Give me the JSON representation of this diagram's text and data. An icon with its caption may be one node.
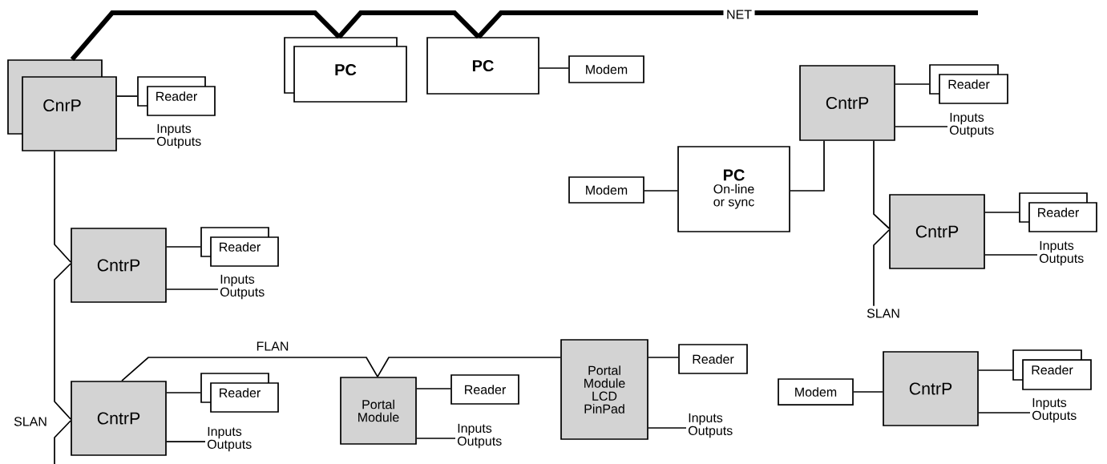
{
  "diagram": {
    "nodes": [
      {
        "text": [
          "CnrP"
        ]
      },
      {
        "text": [
          "PC"
        ]
      },
      {
        "text": [
          "PC"
        ]
      },
      {
        "text": [
          "NET"
        ]
      },
      {
        "text": [
          "Modem"
        ]
      },
      {
        "text": [
          "Reader"
        ]
      },
      {
        "text": [
          "Inputs Outputs"
        ]
      },
      {
        "text": [
          "CntrP"
        ]
      },
      {
        "text": [
          "Reader"
        ]
      },
      {
        "text": [
          "Inputs Outputs"
        ]
      },
      {
        "text": [
          "Modem"
        ]
      },
      {
        "text": [
          "PC",
          "On-line or sync"
        ]
      },
      {
        "text": [
          "CntrP"
        ]
      },
      {
        "text": [
          "Reader"
        ]
      },
      {
        "text": [
          "Inputs Outputs"
        ]
      },
      {
        "text": [
          "CntrP"
        ]
      },
      {
        "text": [
          "Reader"
        ]
      },
      {
        "text": [
          "Inputs Outputs"
        ]
      },
      {
        "text": [
          "SLAN"
        ]
      },
      {
        "text": [
          "CntrP"
        ]
      },
      {
        "text": [
          "Reader"
        ]
      },
      {
        "text": [
          "Inputs Outputs"
        ]
      },
      {
        "text": [
          "Portal Module"
        ]
      },
      {
        "text": [
          "Reader"
        ]
      },
      {
        "text": [
          "Inputs Outputs"
        ]
      },
      {
        "text": [
          "Portal Module LCD PinPad"
        ]
      },
      {
        "text": [
          "Reader"
        ]
      },
      {
        "text": [
          "Inputs Outputs"
        ]
      },
      {
        "text": [
          "Modem"
        ]
      },
      {
        "text": [
          "CntrP"
        ]
      },
      {
        "text": [
          "Reader"
        ]
      },
      {
        "text": [
          "Inputs Outputs"
        ]
      }
    ],
    "edges": [
      {
        "from": 0,
        "to": 1,
        "arrow": "none",
        "style": "thick"
      },
      {
        "from": 1,
        "to": 2,
        "arrow": "none",
        "style": "thick"
      },
      {
        "from": 2,
        "to": 3,
        "arrow": "none",
        "style": "thick"
      },
      {
        "from": 3,
        "to": null,
        "arrow": "none",
        "style": "thick"
      },
      {
        "from": 2,
        "to": 4,
        "arrow": "none"
      },
      {
        "from": 0,
        "to": 5,
        "arrow": "none"
      },
      {
        "from": 0,
        "to": 6,
        "arrow": "none"
      },
      {
        "from": 7,
        "to": 8,
        "arrow": "none"
      },
      {
        "from": 7,
        "to": 9,
        "arrow": "none"
      },
      {
        "from": 10,
        "to": 11,
        "arrow": "none"
      },
      {
        "from": 11,
        "to": 7,
        "arrow": "none"
      },
      {
        "from": 7,
        "to": 15,
        "arrow": "none"
      },
      {
        "from": 15,
        "to": 16,
        "arrow": "none"
      },
      {
        "from": 15,
        "to": 17,
        "arrow": "none"
      },
      {
        "from": 15,
        "to": 18,
        "arrow": "none"
      },
      {
        "from": 0,
        "to": 12,
        "arrow": "none"
      },
      {
        "from": 12,
        "to": 13,
        "arrow": "none"
      },
      {
        "from": 12,
        "to": 14,
        "arrow": "none"
      },
      {
        "from": 12,
        "to": 19,
        "arrow": "none"
      },
      {
        "from": 19,
        "to": null,
        "arrow": "none"
      },
      {
        "from": 19,
        "to": 20,
        "arrow": "none"
      },
      {
        "from": 19,
        "to": 21,
        "arrow": "none"
      },
      {
        "from": 19,
        "to": 22,
        "arrow": "none",
        "label": "FLAN"
      },
      {
        "from": 22,
        "to": 25,
        "arrow": "none"
      },
      {
        "from": 22,
        "to": 23,
        "arrow": "none"
      },
      {
        "from": 22,
        "to": 24,
        "arrow": "none"
      },
      {
        "from": 25,
        "to": 26,
        "arrow": "none"
      },
      {
        "from": 25,
        "to": 27,
        "arrow": "none"
      },
      {
        "from": 28,
        "to": 29,
        "arrow": "none"
      },
      {
        "from": 29,
        "to": 30,
        "arrow": "none"
      },
      {
        "from": 29,
        "to": 31,
        "arrow": "none"
      }
    ],
    "labels": [
      "SLAN"
    ]
  }
}
